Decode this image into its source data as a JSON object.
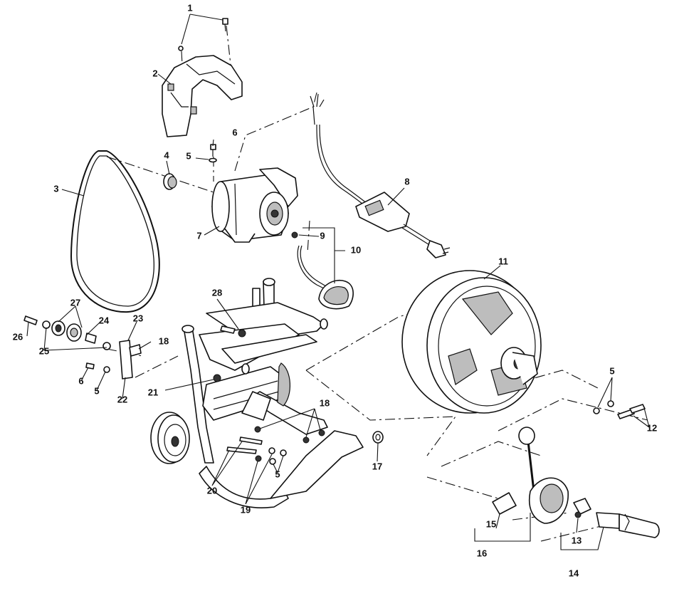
{
  "callouts": [
    {
      "id": "c1",
      "label": "1"
    },
    {
      "id": "c2",
      "label": "2"
    },
    {
      "id": "c3",
      "label": "3"
    },
    {
      "id": "c4",
      "label": "4"
    },
    {
      "id": "c5a",
      "label": "5"
    },
    {
      "id": "c6a",
      "label": "6"
    },
    {
      "id": "c7",
      "label": "7"
    },
    {
      "id": "c8",
      "label": "8"
    },
    {
      "id": "c9",
      "label": "9"
    },
    {
      "id": "c10",
      "label": "10"
    },
    {
      "id": "c11",
      "label": "11"
    },
    {
      "id": "c5b",
      "label": "5"
    },
    {
      "id": "c12",
      "label": "12"
    },
    {
      "id": "c27",
      "label": "27"
    },
    {
      "id": "c28",
      "label": "28"
    },
    {
      "id": "c24",
      "label": "24"
    },
    {
      "id": "c23",
      "label": "23"
    },
    {
      "id": "c26",
      "label": "26"
    },
    {
      "id": "c25",
      "label": "25"
    },
    {
      "id": "c18a",
      "label": "18"
    },
    {
      "id": "c6b",
      "label": "6"
    },
    {
      "id": "c5c",
      "label": "5"
    },
    {
      "id": "c22",
      "label": "22"
    },
    {
      "id": "c21",
      "label": "21"
    },
    {
      "id": "c18b",
      "label": "18"
    },
    {
      "id": "c17",
      "label": "17"
    },
    {
      "id": "c5d",
      "label": "5"
    },
    {
      "id": "c20",
      "label": "20"
    },
    {
      "id": "c19",
      "label": "19"
    },
    {
      "id": "c15",
      "label": "15"
    },
    {
      "id": "c16",
      "label": "16"
    },
    {
      "id": "c13",
      "label": "13"
    },
    {
      "id": "c14",
      "label": "14"
    }
  ]
}
